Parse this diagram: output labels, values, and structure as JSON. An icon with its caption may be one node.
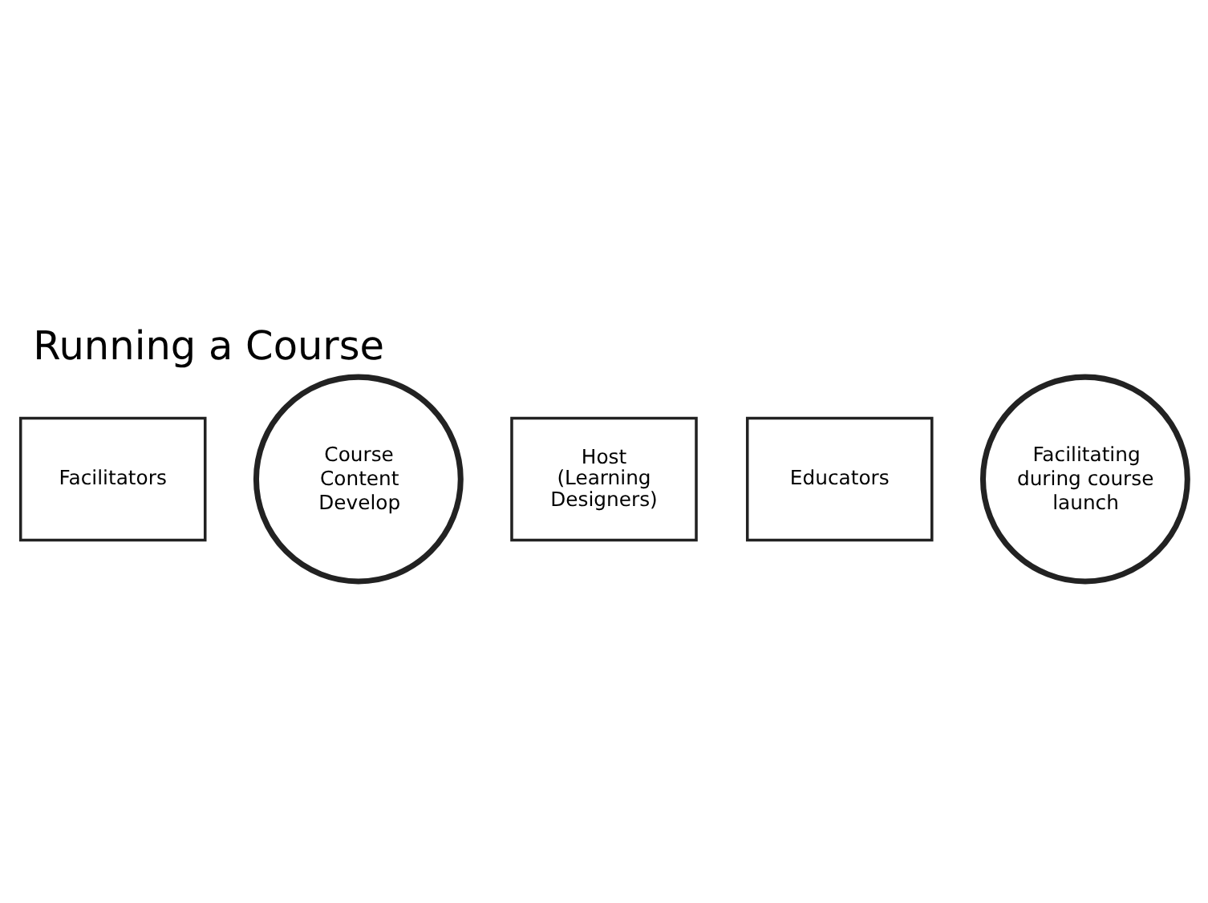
{
  "diagram": {
    "title": "Running a Course",
    "nodes": [
      {
        "text": [
          "Facilitators"
        ]
      },
      {
        "text": [
          "Course Content Develop"
        ]
      },
      {
        "text": [
          "Host (Learning Designers)"
        ]
      },
      {
        "text": [
          "Educators"
        ]
      },
      {
        "text": [
          "Facilitating during course launch"
        ]
      }
    ]
  }
}
